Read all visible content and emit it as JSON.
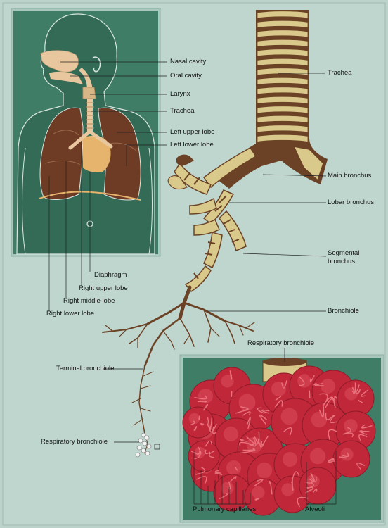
{
  "labels": {
    "nasal_cavity": "Nasal cavity",
    "oral_cavity": "Oral cavity",
    "larynx": "Larynx",
    "trachea_inset": "Trachea",
    "left_upper_lobe": "Left upper lobe",
    "left_lower_lobe": "Left lower lobe",
    "diaphragm": "Diaphragm",
    "right_upper_lobe": "Right upper lobe",
    "right_middle_lobe": "Right middle lobe",
    "right_lower_lobe": "Right lower lobe",
    "trachea": "Trachea",
    "main_bronchus": "Main bronchus",
    "lobar_bronchus": "Lobar bronchus",
    "segmental_bronchus_line1": "Segmental",
    "segmental_bronchus_line2": "bronchus",
    "bronchiole": "Bronchiole",
    "terminal_bronchiole": "Terminal bronchiole",
    "respiratory_bronchiole_left": "Respiratory bronchiole",
    "respiratory_bronchiole_inset": "Respiratory bronchiole",
    "pulmonary_capillaries": "Pulmonary capillaries",
    "alveoli": "Alveoli"
  },
  "colors": {
    "background": "#bcd3cb",
    "body_panel": "#3d7a63",
    "lung": "#6e3b24",
    "lung_highlight": "#8a5236",
    "cartilage": "#d9c98a",
    "airway_dark": "#6b4226",
    "diaphragm": "#e7b46d",
    "alveoli": "#c0283a",
    "alveoli_light": "#d84b5a",
    "capillary": "#e8737c"
  }
}
